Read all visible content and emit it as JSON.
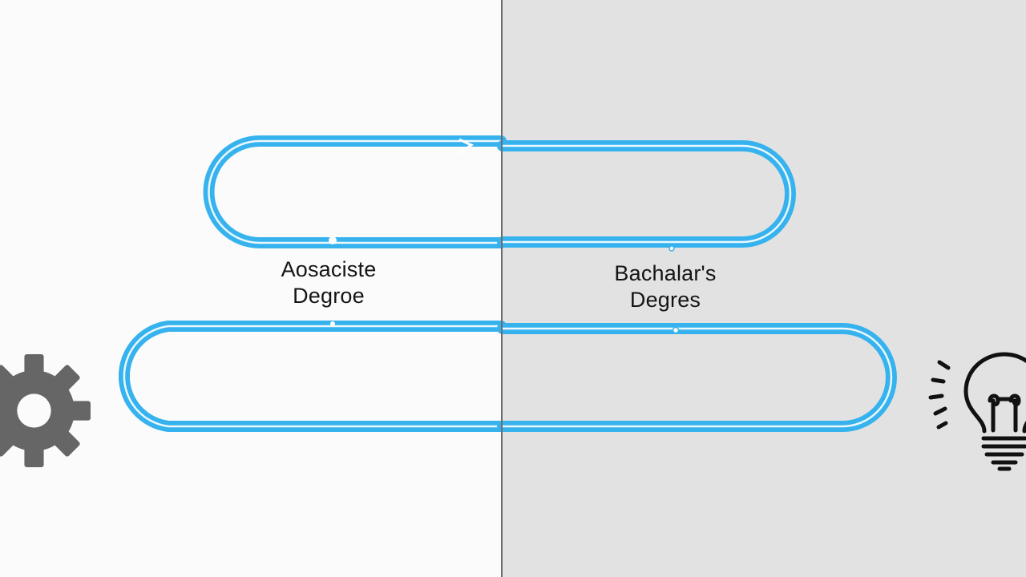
{
  "diagram": {
    "left_panel": {
      "label_line1": "Aosaciste",
      "label_line2": "Degroe"
    },
    "right_panel": {
      "label_line1": "Bachalar's",
      "label_line2": "Degres"
    },
    "icons": {
      "left": "gear-icon",
      "right": "lightbulb-icon"
    },
    "colors": {
      "track": "#36b3ee",
      "left_background": "#fbfbfb",
      "right_background": "#e2e2e2",
      "divider": "#6c6c6c",
      "gear": "#666666",
      "bulb": "#111111"
    }
  }
}
